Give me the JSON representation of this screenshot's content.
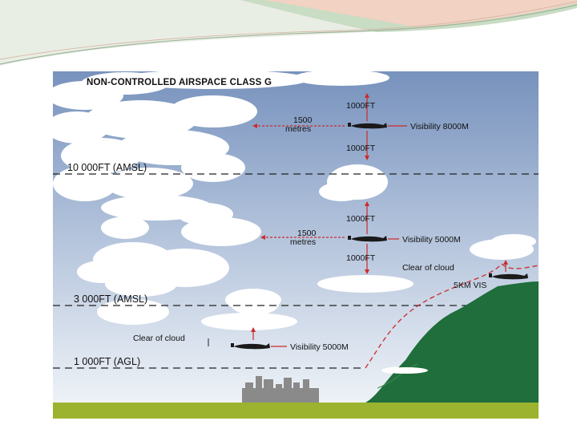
{
  "slide": {
    "header_colors": [
      "#f2d2c2",
      "#c9dcc4",
      "#e9eee4"
    ]
  },
  "diagram": {
    "title": "NON-CONTROLLED AIRSPACE CLASS G",
    "levels": [
      {
        "label": "10 000FT (AMSL)"
      },
      {
        "label": "3 000FT (AMSL)"
      },
      {
        "label": "1 000FT (AGL)"
      }
    ],
    "upper": {
      "above": "1000FT",
      "below": "1000FT",
      "horizontal_1": "1500",
      "horizontal_2": "metres",
      "visibility": "Visibility 8000M"
    },
    "middle": {
      "above": "1000FT",
      "below": "1000FT",
      "horizontal_1": "1500",
      "horizontal_2": "metres",
      "visibility": "Visibility 5000M"
    },
    "lower": {
      "clear": "Clear of cloud",
      "visibility": "Visibility 5000M"
    },
    "mountain": {
      "clear": "Clear of cloud",
      "vis": "5KM VIS"
    },
    "colors": {
      "sky_top": "#7792bd",
      "sky_bottom": "#e9eff5",
      "ground": "#9bb32e",
      "mountain": "#1f6e3c",
      "arrow": "#cc2a2a",
      "dash_line": "#222222"
    }
  }
}
